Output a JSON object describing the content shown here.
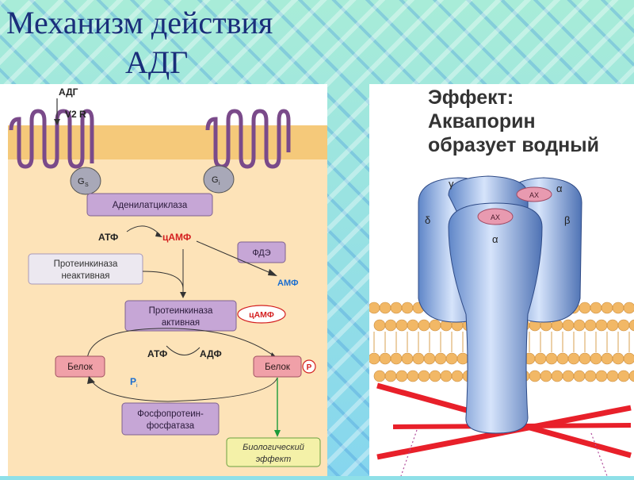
{
  "title": {
    "line1": "Механизм действия",
    "line2": "АДГ"
  },
  "left_diagram": {
    "hormone": "АДГ",
    "receptor": "V2  R",
    "gs": "G",
    "gs_sub": "S",
    "gi": "G",
    "gi_sub": "i",
    "adenylate_cyclase": "Аденилатциклаза",
    "atp": "АТФ",
    "camp": "цАМФ",
    "pde": "ФДЭ",
    "amp": "АМФ",
    "pk_inactive_1": "Протеинкиназа",
    "pk_inactive_2": "неактивная",
    "pk_active_1": "Протеинкиназа",
    "pk_active_2": "активная",
    "camp_badge": "цАМФ",
    "atp2": "АТФ",
    "adp": "АДФ",
    "protein_left": "Белок",
    "protein_right": "Белок",
    "phosphate": "P",
    "pi": "P",
    "pi_sub": "i",
    "phosphatase_1": "Фосфопротеин-",
    "phosphatase_2": "фосфатаза",
    "bio_effect_1": "Биологический",
    "bio_effect_2": "эффект"
  },
  "right_diagram": {
    "effect_line1": "Эффект:",
    "effect_line2": "Аквапорин",
    "effect_line3": "образует водный",
    "gamma": "γ",
    "alpha_top": "α",
    "delta": "δ",
    "beta": "β",
    "alpha_front": "α",
    "ax1": "AX",
    "ax2": "AX"
  },
  "colors": {
    "membrane": "#f5c97a",
    "cytoplasm": "#fde3b8",
    "box": "#c6a6d6",
    "channel": "#8fb4e8",
    "lipid": "#f2b866",
    "actin": "#e8202a"
  }
}
